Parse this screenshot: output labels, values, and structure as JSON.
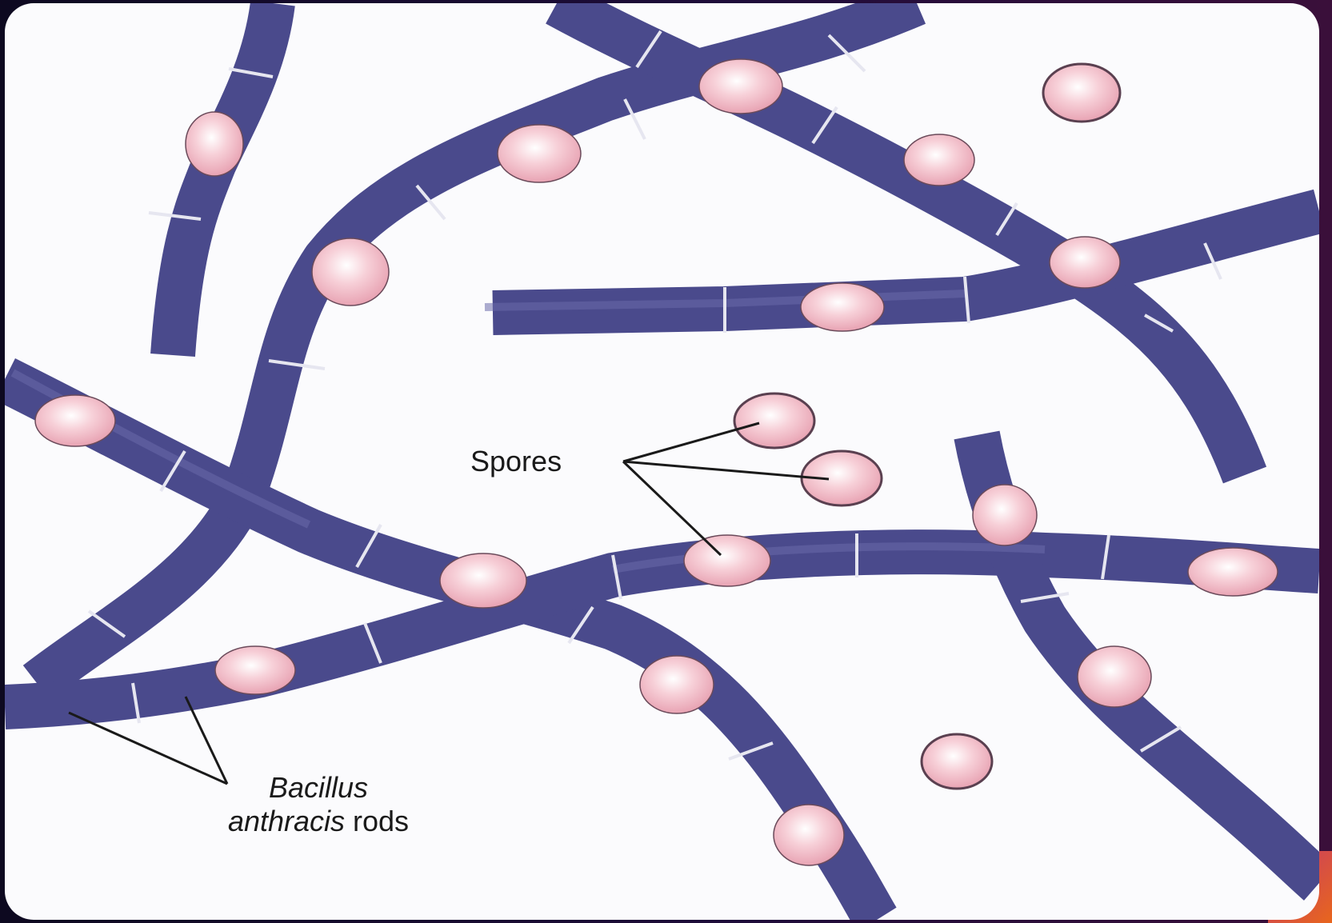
{
  "labels": {
    "spores": "Spores",
    "bacillus_line1": "Bacillus",
    "bacillus_italic": "anthracis",
    "bacillus_rest": " rods"
  },
  "colors": {
    "rod": "#4a4a8c",
    "rod_highlight": "#6a6aaa",
    "spore_fill": "#f4c2cb",
    "spore_edge": "#5a4050",
    "background": "#fbfbfd",
    "frame_outer": "#1a0c33",
    "accent": "#e8661d"
  }
}
